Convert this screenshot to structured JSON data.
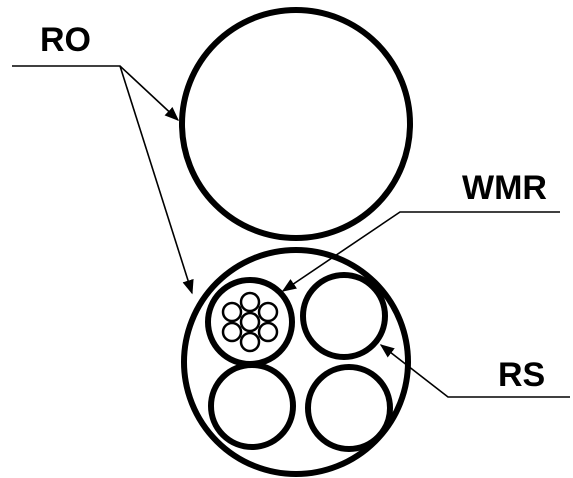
{
  "labels": {
    "ro": "RO",
    "wmr": "WMR",
    "rs": "RS"
  },
  "colors": {
    "stroke": "#000000",
    "background": "#ffffff"
  }
}
